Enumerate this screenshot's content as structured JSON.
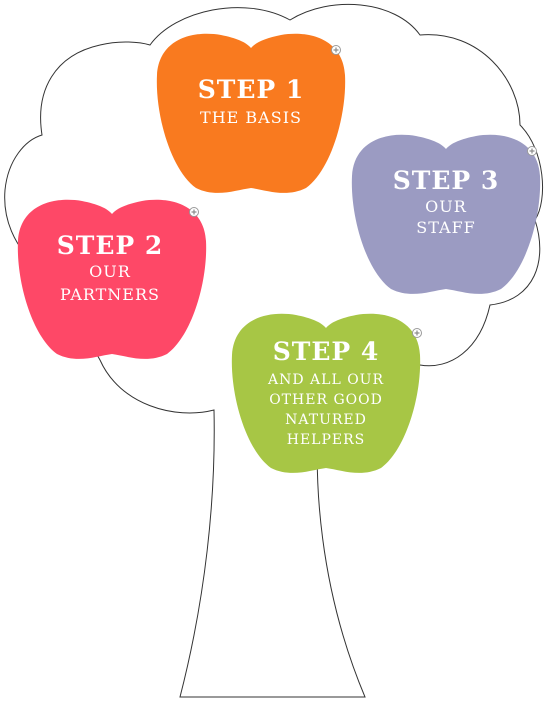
{
  "diagram": {
    "steps": [
      {
        "title": "STEP 1",
        "lines": [
          "THE BASIS"
        ],
        "color": "#f97a1f",
        "expand_icon": "plus-icon"
      },
      {
        "title": "STEP 2",
        "lines": [
          "OUR",
          "PARTNERS"
        ],
        "color": "#fe4867",
        "expand_icon": "plus-icon"
      },
      {
        "title": "STEP 3",
        "lines": [
          "OUR",
          "STAFF"
        ],
        "color": "#9b9bc2",
        "expand_icon": "plus-icon"
      },
      {
        "title": "STEP 4",
        "lines": [
          "AND ALL OUR",
          "OTHER GOOD",
          "NATURED",
          "HELPERS"
        ],
        "color": "#a7c645",
        "expand_icon": "plus-icon"
      }
    ],
    "tree_outline_color": "#333333"
  }
}
